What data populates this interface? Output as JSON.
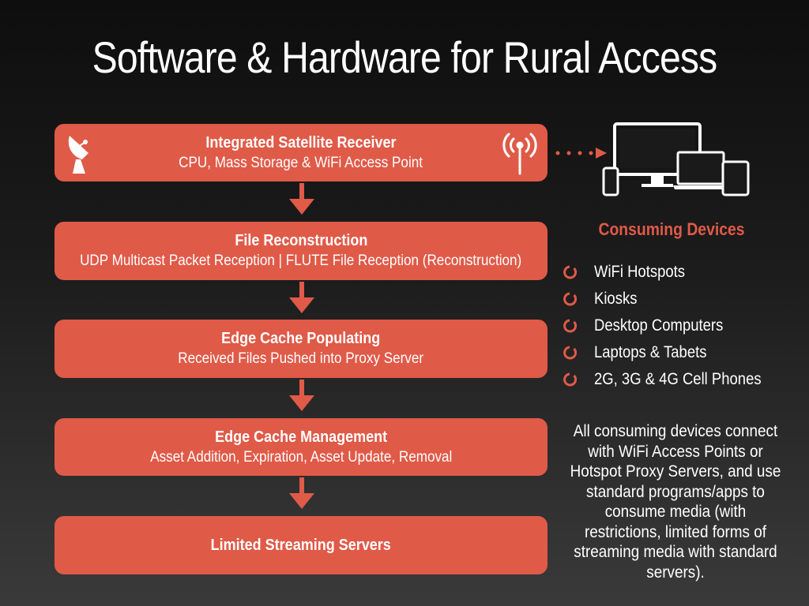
{
  "title": "Software & Hardware for Rural Access",
  "accent_color": "#e05a48",
  "flow": [
    {
      "title": "Integrated Satellite Receiver",
      "subtitle": "CPU, Mass Storage & WiFi Access Point",
      "icons": [
        "satellite-dish-icon",
        "wifi-antenna-icon"
      ]
    },
    {
      "title": "File Reconstruction",
      "subtitle": "UDP Multicast Packet Reception | FLUTE File Reception (Reconstruction)"
    },
    {
      "title": "Edge Cache Populating",
      "subtitle": "Received Files Pushed into Proxy Server"
    },
    {
      "title": "Edge Cache Management",
      "subtitle": "Asset Addition, Expiration, Asset Update, Removal"
    },
    {
      "title": "Limited Streaming Servers",
      "subtitle": ""
    }
  ],
  "consuming": {
    "title": "Consuming Devices",
    "items": [
      "WiFi Hotspots",
      "Kiosks",
      "Desktop Computers",
      "Laptops & Tabets",
      "2G, 3G & 4G Cell Phones"
    ],
    "description": "All consuming devices connect with WiFi Access Points or Hotspot Proxy Servers, and use standard programs/apps to consume media (with restrictions, limited forms of streaming media with standard servers).",
    "icons": [
      "phone-icon",
      "monitor-icon",
      "laptop-icon",
      "tablet-icon"
    ]
  }
}
